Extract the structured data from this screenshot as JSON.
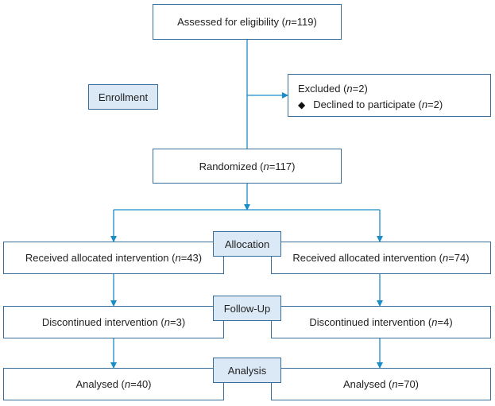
{
  "stages": {
    "enrollment": "Enrollment",
    "allocation": "Allocation",
    "follow_up": "Follow-Up",
    "analysis": "Analysis"
  },
  "assessed": {
    "label": "Assessed for eligibility (",
    "n": "n",
    "value": "=119)"
  },
  "excluded": {
    "label": "Excluded (",
    "n": "n",
    "value": "=2)",
    "bullet_label": "Declined to participate (",
    "bullet_n": "n",
    "bullet_value": "=2)"
  },
  "randomized": {
    "label": "Randomized (",
    "n": "n",
    "value": "=117)"
  },
  "left": {
    "received": {
      "label": "Received allocated intervention (",
      "n": "n",
      "value": "=43)"
    },
    "discontinued": {
      "label": "Discontinued intervention (",
      "n": "n",
      "value": "=3)"
    },
    "analysed": {
      "label": "Analysed (",
      "n": "n",
      "value": "=40)"
    }
  },
  "right": {
    "received": {
      "label": "Received allocated intervention (",
      "n": "n",
      "value": "=74)"
    },
    "discontinued": {
      "label": "Discontinued intervention (",
      "n": "n",
      "value": "=4)"
    },
    "analysed": {
      "label": "Analysed (",
      "n": "n",
      "value": "=70)"
    }
  },
  "colors": {
    "line": "#1a8cc8",
    "stage_fill": "#dbe9f6",
    "border": "#3a6e9a"
  }
}
